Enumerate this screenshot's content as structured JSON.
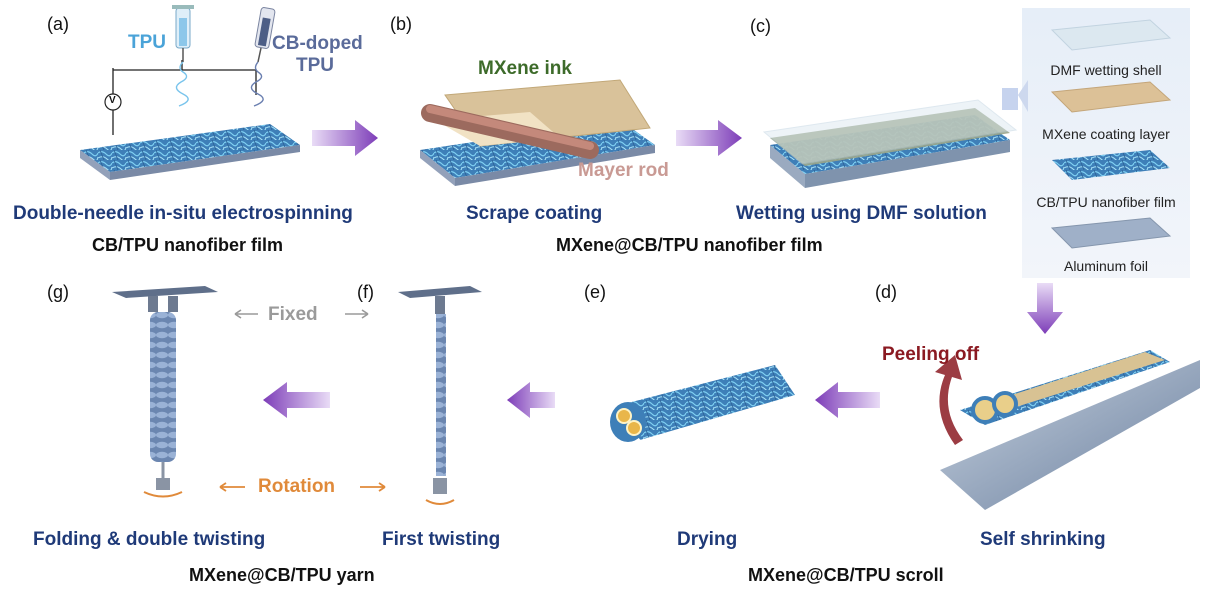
{
  "panels": {
    "a": "(a)",
    "b": "(b)",
    "c": "(c)",
    "d": "(d)",
    "e": "(e)",
    "f": "(f)",
    "g": "(g)"
  },
  "labels": {
    "tpu": "TPU",
    "cb_doped_line1": "CB-doped",
    "cb_doped_line2": "TPU",
    "mxene_ink": "MXene ink",
    "mayer_rod": "Mayer rod",
    "peeling_off": "Peeling off",
    "fixed": "Fixed",
    "rotation": "Rotation",
    "voltage": "V"
  },
  "steps": {
    "a": "Double-needle in-situ electrospinning",
    "b": "Scrape coating",
    "c": "Wetting using DMF solution",
    "d": "Self shrinking",
    "e": "Drying",
    "f": "First twisting",
    "g": "Folding & double twisting"
  },
  "products": {
    "film1": "CB/TPU nanofiber film",
    "film2": "MXene@CB/TPU nanofiber film",
    "scroll": "MXene@CB/TPU scroll",
    "yarn": "MXene@CB/TPU yarn"
  },
  "legend": [
    "DMF wetting shell",
    "MXene coating layer",
    "CB/TPU nanofiber film",
    "Aluminum foil"
  ],
  "colors": {
    "step_text": "#1f3a78",
    "tpu": "#4aa3d8",
    "cb_tpu": "#5a6b9a",
    "mxene_ink": "#3d6b2a",
    "mayer_rod": "#c99a94",
    "peeling": "#8b1a22",
    "fixed": "#9a9a9a",
    "rotation": "#e08a3a",
    "arrow": "#8e4fc0"
  }
}
